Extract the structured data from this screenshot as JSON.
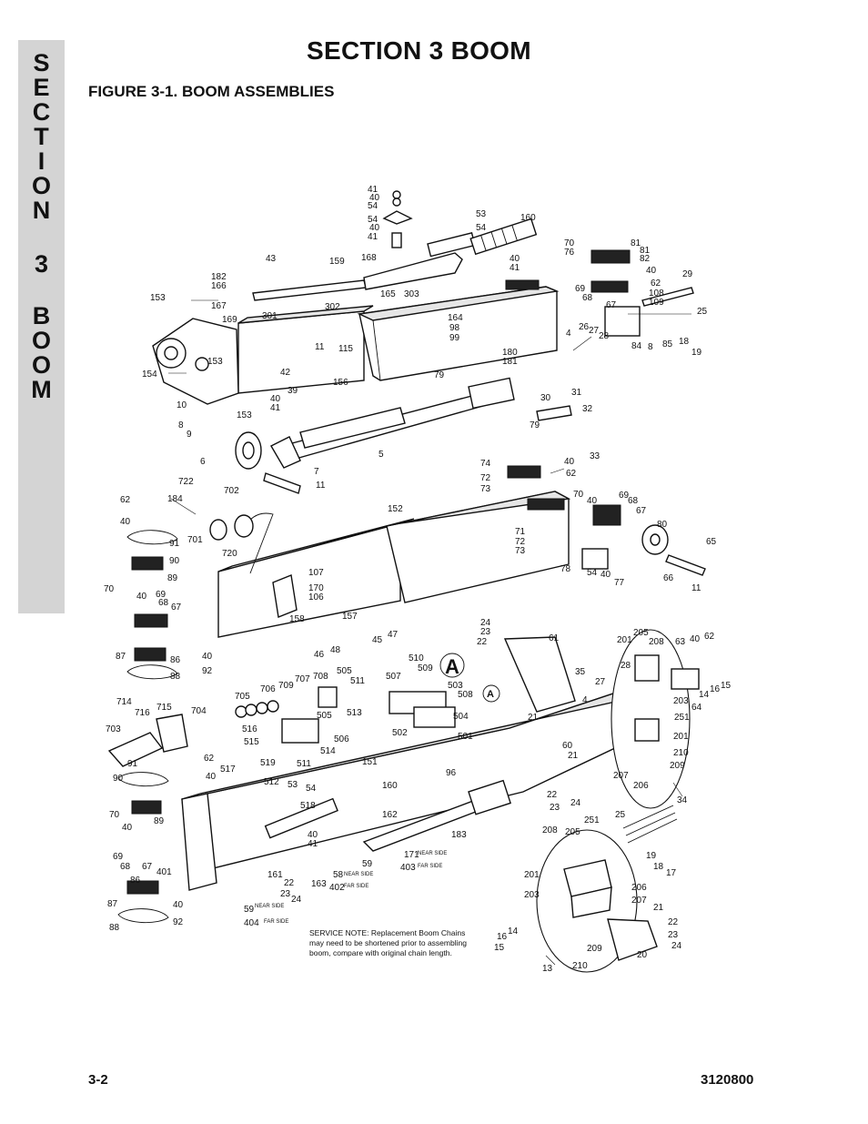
{
  "side_tab": {
    "letters": [
      "S",
      "E",
      "C",
      "T",
      "I",
      "O",
      "N",
      "3",
      "B",
      "O",
      "O",
      "M"
    ]
  },
  "header": {
    "title": "SECTION 3  BOOM",
    "figure_title": "FIGURE 3-1.    BOOM ASSEMBLIES"
  },
  "diagram": {
    "detail_marker": "A",
    "service_note": [
      "SERVICE NOTE:  Replacement Boom Chains",
      "may need to be shortened prior to assembling",
      "boom, compare with original chain length."
    ],
    "callouts": [
      "41",
      "40",
      "54",
      "54",
      "40",
      "41",
      "53",
      "54",
      "160",
      "70",
      "76",
      "81",
      "81",
      "82",
      "43",
      "159",
      "168",
      "40",
      "41",
      "40",
      "29",
      "182",
      "166",
      "167",
      "153",
      "169",
      "301",
      "302",
      "165",
      "303",
      "164",
      "98",
      "99",
      "69",
      "68",
      "62",
      "108",
      "109",
      "67",
      "25",
      "11",
      "115",
      "180",
      "181",
      "4",
      "26",
      "27",
      "28",
      "84",
      "8",
      "85",
      "18",
      "19",
      "154",
      "153",
      "42",
      "39",
      "156",
      "79",
      "31",
      "10",
      "40",
      "41",
      "153",
      "8",
      "9",
      "30",
      "32",
      "79",
      "33",
      "6",
      "5",
      "7",
      "11",
      "722",
      "184",
      "702",
      "74",
      "72",
      "73",
      "40",
      "62",
      "70",
      "40",
      "69",
      "68",
      "67",
      "62",
      "40",
      "91",
      "90",
      "89",
      "701",
      "720",
      "152",
      "71",
      "72",
      "73",
      "80",
      "65",
      "78",
      "54",
      "40",
      "77",
      "66",
      "11",
      "107",
      "170",
      "106",
      "158",
      "157",
      "48",
      "45",
      "47",
      "46",
      "70",
      "40",
      "69",
      "68",
      "67",
      "24",
      "23",
      "22",
      "61",
      "201",
      "205",
      "208",
      "40",
      "62",
      "63",
      "87",
      "86",
      "88",
      "40",
      "92",
      "510",
      "509",
      "507",
      "505",
      "511",
      "503",
      "508",
      "504",
      "501",
      "35",
      "28",
      "27",
      "4",
      "203",
      "64",
      "251",
      "14",
      "16",
      "15",
      "714",
      "716",
      "715",
      "704",
      "703",
      "705",
      "706",
      "709",
      "707",
      "708",
      "516",
      "515",
      "505",
      "513",
      "506",
      "514",
      "502",
      "21",
      "201",
      "210",
      "209",
      "207",
      "206",
      "34",
      "60",
      "21",
      "91",
      "62",
      "40",
      "517",
      "519",
      "511",
      "151",
      "512",
      "53",
      "54",
      "160",
      "96",
      "90",
      "89",
      "70",
      "40",
      "69",
      "68",
      "67",
      "86",
      "87",
      "88",
      "401",
      "40",
      "92",
      "518",
      "40",
      "41",
      "58",
      "163",
      "402",
      "22",
      "23",
      "24",
      "161",
      "59",
      "404",
      "162",
      "171",
      "403",
      "183",
      "59",
      "22",
      "23",
      "24",
      "208",
      "205",
      "251",
      "25",
      "19",
      "18",
      "17",
      "201",
      "206",
      "203",
      "207",
      "21",
      "22",
      "23",
      "24",
      "16",
      "14",
      "15",
      "13",
      "210",
      "209",
      "20"
    ],
    "near_side": "NEAR SIDE",
    "far_side": "FAR SIDE"
  },
  "footer": {
    "page": "3-2",
    "doc_number": "3120800"
  }
}
